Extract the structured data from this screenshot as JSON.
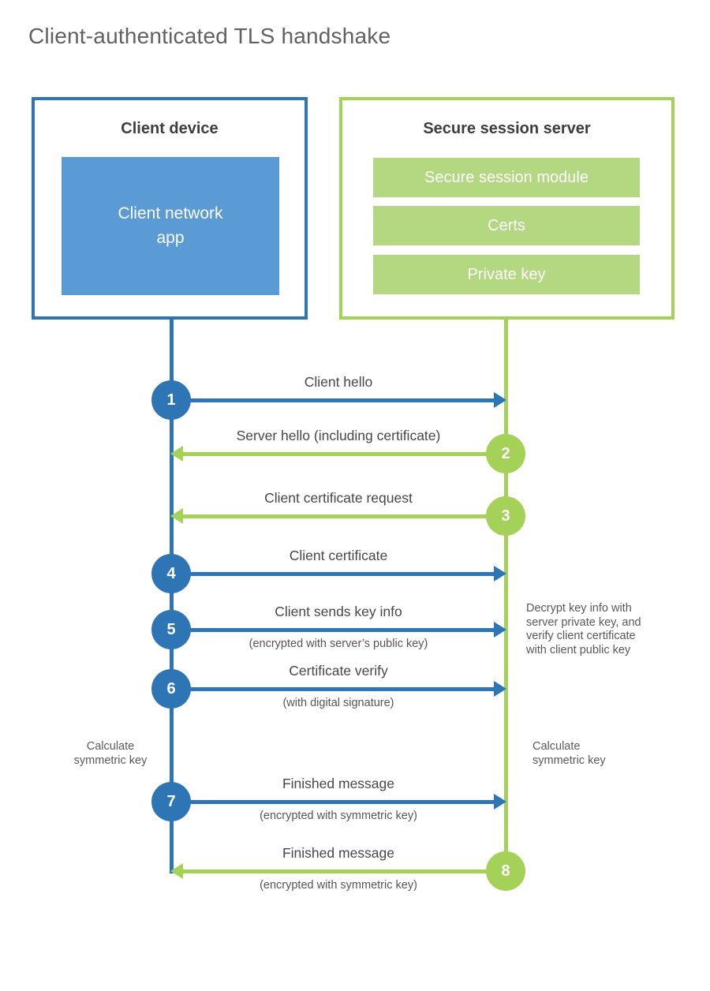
{
  "title": "Client-authenticated TLS handshake",
  "colors": {
    "blue": "#2e75b6",
    "blue_light": "#5b9bd5",
    "green": "#a4d158",
    "green_light": "#b4d882",
    "heading_text": "#3d3d3d",
    "label_text": "#474747",
    "note_text": "#595959"
  },
  "client": {
    "title": "Client device",
    "app_label": "Client network\napp"
  },
  "server": {
    "title": "Secure session server",
    "modules": [
      "Secure session module",
      "Certs",
      "Private key"
    ]
  },
  "steps": [
    {
      "num": "1",
      "from": "client",
      "label": "Client hello",
      "sub": ""
    },
    {
      "num": "2",
      "from": "server",
      "label": "Server hello (including certificate)",
      "sub": ""
    },
    {
      "num": "3",
      "from": "server",
      "label": "Client certificate request",
      "sub": ""
    },
    {
      "num": "4",
      "from": "client",
      "label": "Client certificate",
      "sub": ""
    },
    {
      "num": "5",
      "from": "client",
      "label": "Client sends key info",
      "sub": "(encrypted with server’s public key)"
    },
    {
      "num": "6",
      "from": "client",
      "label": "Certificate verify",
      "sub": "(with digital signature)"
    },
    {
      "num": "7",
      "from": "client",
      "label": "Finished message",
      "sub": "(encrypted with symmetric key)"
    },
    {
      "num": "8",
      "from": "server",
      "label": "Finished message",
      "sub": "(encrypted with symmetric key)"
    }
  ],
  "notes": {
    "decrypt": "Decrypt key info with\nserver private key, and\nverify client certificate\nwith client public key",
    "calc_left": "Calculate\nsymmetric key",
    "calc_right": "Calculate\nsymmetric key"
  }
}
